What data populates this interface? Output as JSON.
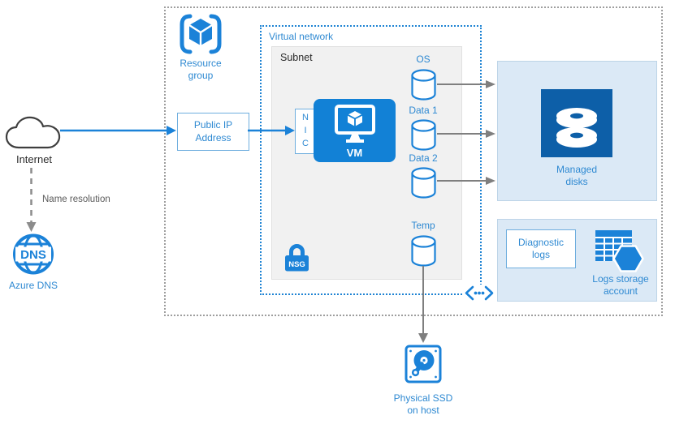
{
  "colors": {
    "azure_blue": "#1b82d8",
    "azure_blue_dark": "#0d5fa8",
    "text_blue": "#2e89d2",
    "panel_fill": "#dbe9f6",
    "panel_border": "#bdd4e7",
    "subnet_fill": "#f1f1f1",
    "gray_connector": "#7f7f7f",
    "boundary_gray": "#9e9e9e"
  },
  "internet": {
    "label": "Internet"
  },
  "name_resolution": {
    "label": "Name resolution"
  },
  "azure_dns": {
    "label": "Azure DNS",
    "icon_text": "DNS"
  },
  "resource_group": {
    "line1": "Resource",
    "line2": "group"
  },
  "public_ip": {
    "line1": "Public IP",
    "line2": "Address"
  },
  "virtual_network": {
    "label": "Virtual network"
  },
  "subnet": {
    "label": "Subnet"
  },
  "nic": {
    "l1": "N",
    "l2": "I",
    "l3": "C"
  },
  "vm": {
    "label": "VM"
  },
  "disks": [
    {
      "label": "OS"
    },
    {
      "label": "Data 1"
    },
    {
      "label": "Data 2"
    },
    {
      "label": "Temp"
    }
  ],
  "nsg": {
    "label": "NSG"
  },
  "managed_disks": {
    "line1": "Managed",
    "line2": "disks"
  },
  "diagnostic_logs": {
    "line1": "Diagnostic",
    "line2": "logs"
  },
  "logs_storage": {
    "line1": "Logs storage",
    "line2": "account"
  },
  "physical_ssd": {
    "line1": "Physical SSD",
    "line2": "on host"
  }
}
